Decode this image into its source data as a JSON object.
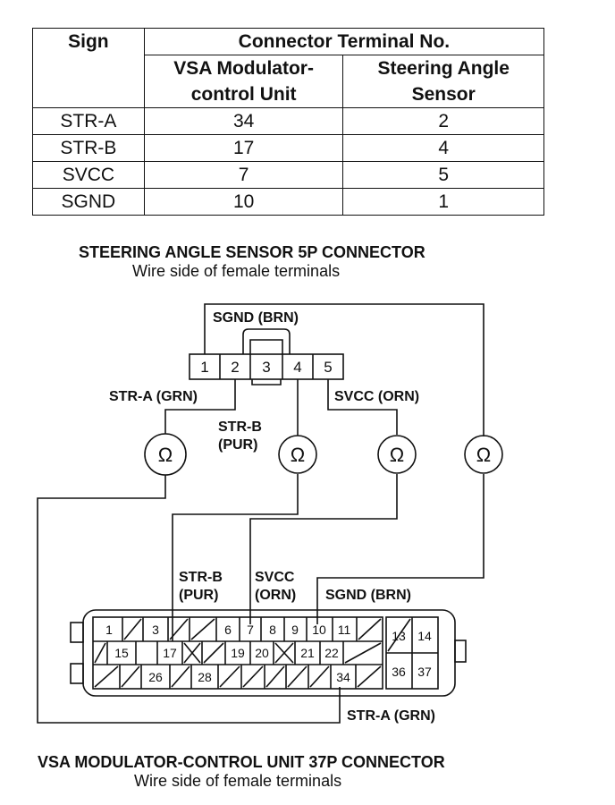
{
  "table": {
    "header_sign": "Sign",
    "header_group": "Connector Terminal No.",
    "header_col1_line1": "VSA Modulator-",
    "header_col1_line2": "control Unit",
    "header_col2_line1": "Steering Angle",
    "header_col2_line2": "Sensor",
    "rows": [
      {
        "sign": "STR-A",
        "vsa": "34",
        "sensor": "2"
      },
      {
        "sign": "STR-B",
        "vsa": "17",
        "sensor": "4"
      },
      {
        "sign": "SVCC",
        "vsa": "7",
        "sensor": "5"
      },
      {
        "sign": "SGND",
        "vsa": "10",
        "sensor": "1"
      }
    ]
  },
  "sensor_connector": {
    "title": "STEERING ANGLE SENSOR 5P CONNECTOR",
    "subtitle": "Wire side of female terminals",
    "pins": [
      "1",
      "2",
      "3",
      "4",
      "5"
    ]
  },
  "wire_labels": {
    "sgnd_top": "SGND (BRN)",
    "stra_top": "STR-A (GRN)",
    "strb_top_1": "STR-B",
    "strb_top_2": "(PUR)",
    "svcc_top": "SVCC (ORN)",
    "strb_bot_1": "STR-B",
    "strb_bot_2": "(PUR)",
    "svcc_bot_1": "SVCC",
    "svcc_bot_2": "(ORN)",
    "sgnd_bot": "SGND (BRN)",
    "stra_bot": "STR-A (GRN)"
  },
  "ohm_symbol": "Ω",
  "vsa_connector": {
    "title": "VSA MODULATOR-CONTROL UNIT 37P CONNECTOR",
    "subtitle": "Wire side of female terminals",
    "pins": [
      "1",
      "3",
      "6",
      "7",
      "8",
      "9",
      "10",
      "11",
      "13",
      "14",
      "15",
      "17",
      "19",
      "20",
      "21",
      "22",
      "26",
      "28",
      "34",
      "36",
      "37"
    ]
  }
}
